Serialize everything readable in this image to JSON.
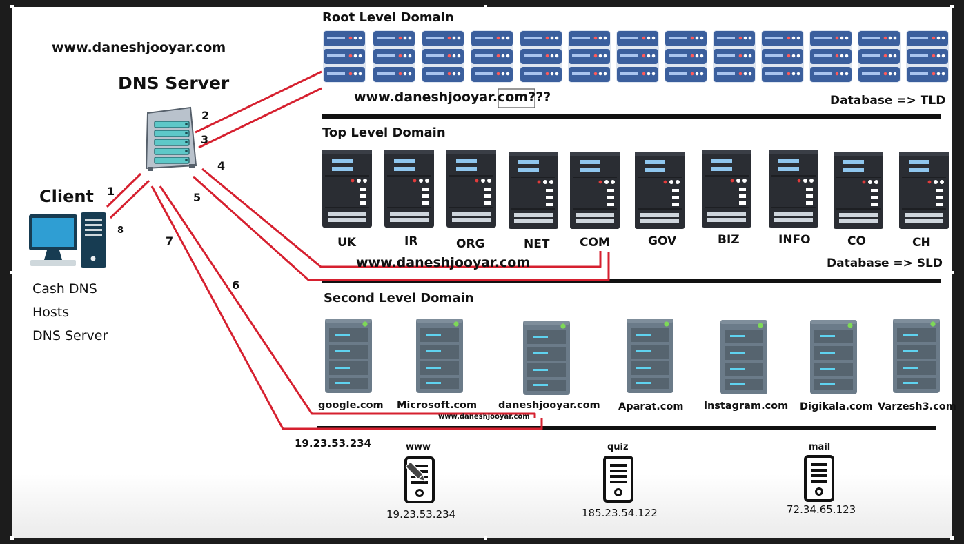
{
  "client": {
    "title": "Client",
    "sources": [
      "Cash DNS",
      "Hosts",
      "DNS Server"
    ]
  },
  "query_domain": "www.daneshjooyar.com",
  "dns_server": {
    "title": "DNS Server"
  },
  "steps": [
    "1",
    "2",
    "3",
    "4",
    "5",
    "6",
    "7",
    "8"
  ],
  "root_level": {
    "title": "Root Level Domain",
    "query": {
      "prefix": "www.daneshjooyar.",
      "highlight": "com",
      "suffix": "???"
    },
    "database": "Database => TLD"
  },
  "top_level": {
    "title": "Top Level Domain",
    "tlds": [
      "UK",
      "IR",
      "ORG",
      "NET",
      "COM",
      "GOV",
      "BIZ",
      "INFO",
      "CO",
      "CH"
    ],
    "query": "www.daneshjooyar.com",
    "database": "Database => SLD"
  },
  "second_level": {
    "title": "Second Level Domain",
    "domains": [
      "google.com",
      "Microsoft.com",
      "daneshjooyar.com",
      "Aparat.com",
      "instagram.com",
      "Digikala.com",
      "Varzesh3.com"
    ],
    "query": "www.daneshjooyar.com",
    "answer_ip": "19.23.53.234"
  },
  "hosts": [
    {
      "name": "www",
      "ip": "19.23.53.234"
    },
    {
      "name": "quiz",
      "ip": "185.23.54.122"
    },
    {
      "name": "mail",
      "ip": "72.34.65.123"
    }
  ],
  "colors": {
    "line": "#d6202f",
    "rack_blue": "#3b5f9d",
    "tld_dark": "#2a2d33",
    "sld_gray": "#6b7b89",
    "dns_teal": "#5ec8c8"
  }
}
